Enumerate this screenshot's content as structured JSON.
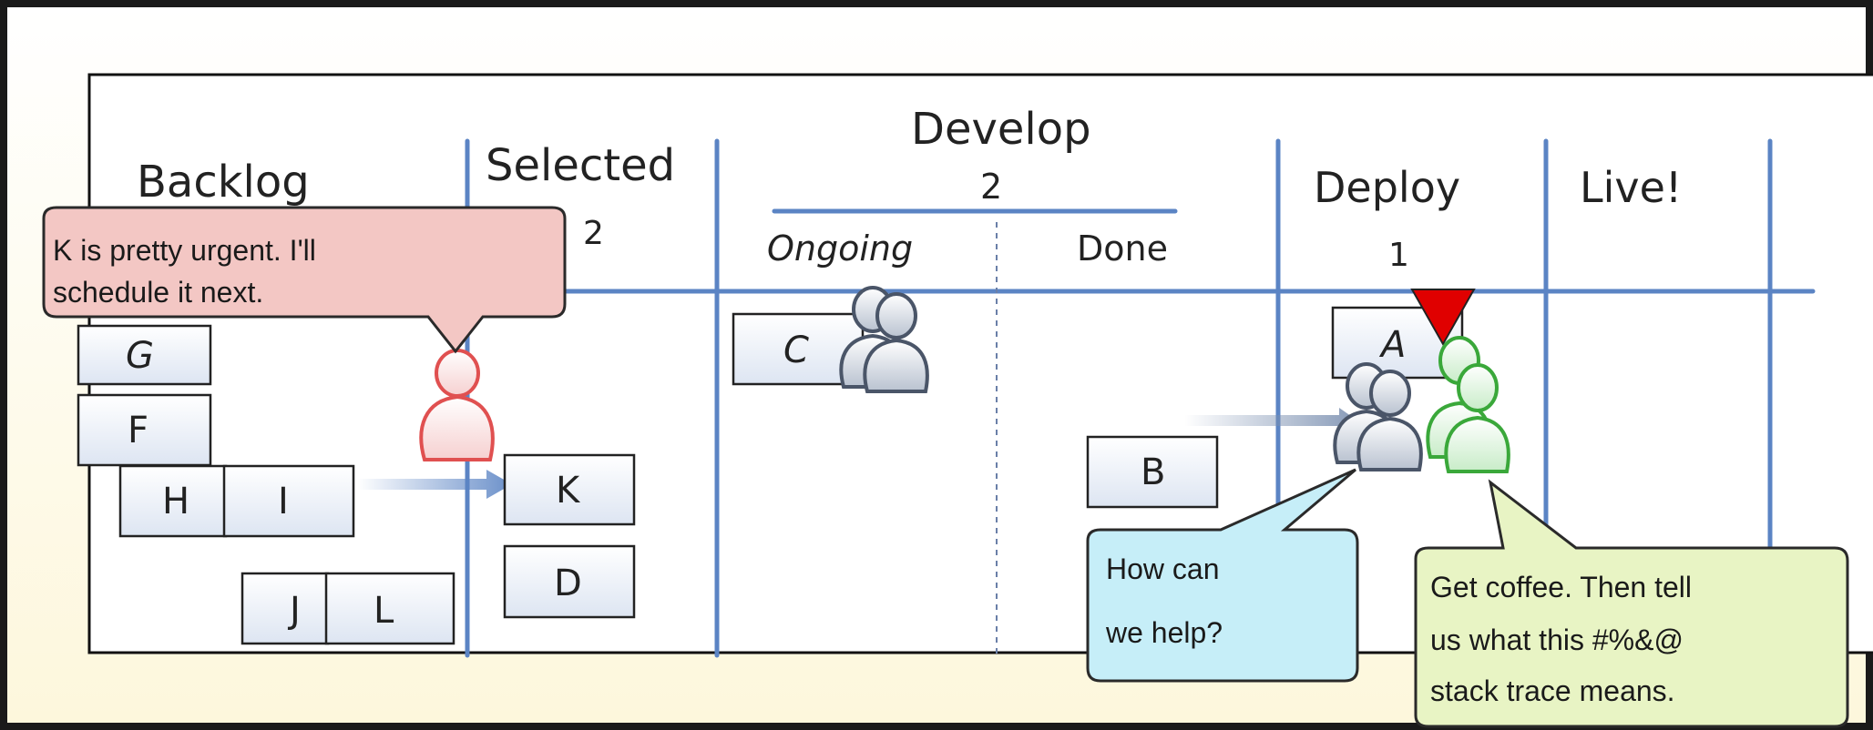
{
  "board": {
    "columns": {
      "backlog": {
        "title": "Backlog"
      },
      "selected": {
        "title": "Selected",
        "limit": "2"
      },
      "develop": {
        "title": "Develop",
        "limit": "2",
        "ongoing": "Ongoing",
        "done": "Done"
      },
      "deploy": {
        "title": "Deploy",
        "limit": "1"
      },
      "live": {
        "title": "Live!"
      }
    },
    "cards": {
      "g": "G",
      "f": "F",
      "h": "H",
      "i": "I",
      "j": "J",
      "l": "L",
      "k": "K",
      "d": "D",
      "c": "C",
      "b": "B",
      "a": "A"
    }
  },
  "bubbles": {
    "product_owner": [
      "K is pretty urgent. I'll",
      "schedule it next."
    ],
    "dev_team": [
      "How can",
      "we help?"
    ],
    "ops_team": [
      "Get coffee. Then tell",
      "us what this #%&@",
      "stack trace means."
    ]
  },
  "colors": {
    "background": "#fffcf0",
    "grid_line": "#5b84c4",
    "card_fill": "#eef2f8",
    "product_owner": "#e05050",
    "dev_team": "#4a5568",
    "ops_team": "#3aa83a",
    "block_marker": "#e00000",
    "pink_bubble": "#f3c7c4",
    "blue_bubble": "#c6eef8",
    "green_bubble": "#e8f4c4"
  }
}
